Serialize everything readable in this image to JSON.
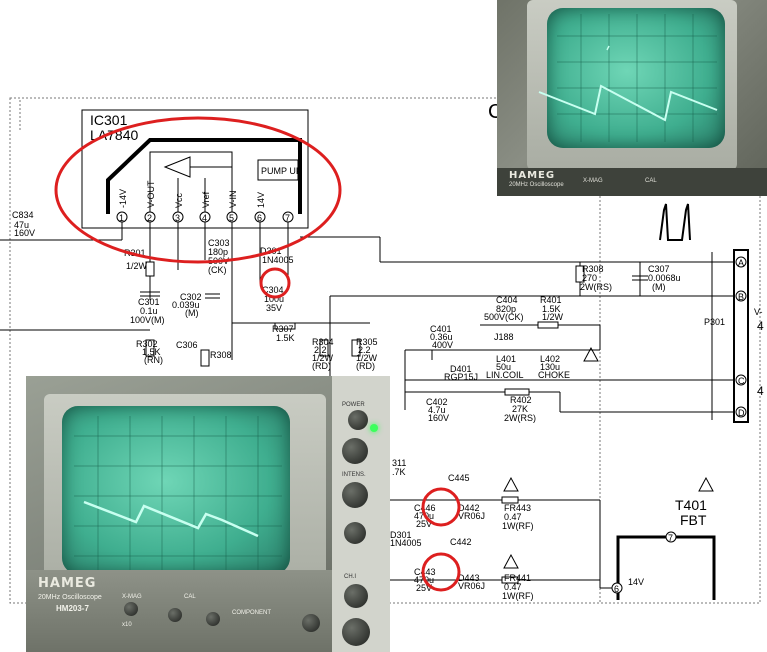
{
  "ic": {
    "ref": "IC301",
    "part": "LA7840",
    "block": "PUMP UP"
  },
  "ic_pins": [
    {
      "num": "1",
      "name": "-14V"
    },
    {
      "num": "2",
      "name": "V-OUT"
    },
    {
      "num": "3",
      "name": "Vcc"
    },
    {
      "num": "4",
      "name": "Vref"
    },
    {
      "num": "5",
      "name": "V-IN"
    },
    {
      "num": "6",
      "name": "14V"
    },
    {
      "num": "7",
      "name": ""
    }
  ],
  "components": {
    "c834": [
      "C834",
      "47u",
      "160V"
    ],
    "r301": [
      "R301",
      "1/2W"
    ],
    "c303": [
      "C303",
      "180p",
      "500V",
      "(CK)"
    ],
    "d301": [
      "D301",
      "1N4005"
    ],
    "c304": [
      "C304",
      "100u",
      "35V"
    ],
    "c301": [
      "C301",
      "0.1u",
      "100V(M)"
    ],
    "c302": [
      "C302",
      "0.039u",
      "(M)"
    ],
    "r307": [
      "R307",
      "1.5K"
    ],
    "r302": [
      "R302",
      "1.5K",
      "(RN)"
    ],
    "c306": [
      "C306"
    ],
    "r308a": [
      "R308"
    ],
    "r304": [
      "R304",
      "2.2",
      "1/2W",
      "(RD)"
    ],
    "r305": [
      "R305",
      "2.2",
      "1/2W",
      "(RD)"
    ],
    "r308b": [
      "R308",
      "270",
      "2W(RS)"
    ],
    "c307": [
      "C307",
      "0.0068u",
      "(M)"
    ],
    "c404": [
      "C404",
      "820p",
      "500V(CK)"
    ],
    "r401": [
      "R401",
      "1.5K",
      "1/2W"
    ],
    "c401": [
      "C401",
      "0.36u",
      "400V"
    ],
    "j188": [
      "J188"
    ],
    "d401": [
      "D401",
      "RGP15J"
    ],
    "l401": [
      "L401",
      "50u",
      "LIN.COIL"
    ],
    "l402": [
      "L402",
      "130u",
      "CHOKE"
    ],
    "c402": [
      "C402",
      "4.7u",
      "160V"
    ],
    "r402": [
      "R402",
      "27K",
      "2W(RS)"
    ],
    "r311": [
      "311",
      ".7K"
    ],
    "c445": [
      "C445"
    ],
    "c446": [
      "C446",
      "470u",
      "25V"
    ],
    "d442": [
      "D442",
      "VR06J"
    ],
    "fr443": [
      "FR443",
      "0.47",
      "1W(RF)"
    ],
    "d301b": [
      "D301",
      "1N4005"
    ],
    "c442": [
      "C442"
    ],
    "c443": [
      "C443",
      "470u",
      "25V"
    ],
    "d443": [
      "D443",
      "VR06J"
    ],
    "fr441": [
      "FR441",
      "0.47",
      "1W(RF)"
    ],
    "t401": [
      "T401",
      "FBT"
    ]
  },
  "connector": {
    "ref": "P301",
    "pins": [
      "A",
      "B",
      "C",
      "D"
    ],
    "side_text": [
      "V-",
      "4",
      "4"
    ]
  },
  "fbt_pins": {
    "p7": "7",
    "p6": "6",
    "v14": "14V"
  },
  "partial_letter": "C",
  "scope_brand": "HAMEG",
  "scope_model": [
    "20MHz Oscilloscope",
    "HM203-7"
  ],
  "scope_labels": {
    "xmag": "X-MAG",
    "cal": "CAL",
    "component": "COMPONENT",
    "x10": "x10",
    "power": "POWER",
    "inten": "INTENS.",
    "ch1": "CH.I"
  },
  "colors": {
    "highlight": "#dd1f1f",
    "trace": "#c8fff0",
    "screen": "#3fae8f"
  }
}
